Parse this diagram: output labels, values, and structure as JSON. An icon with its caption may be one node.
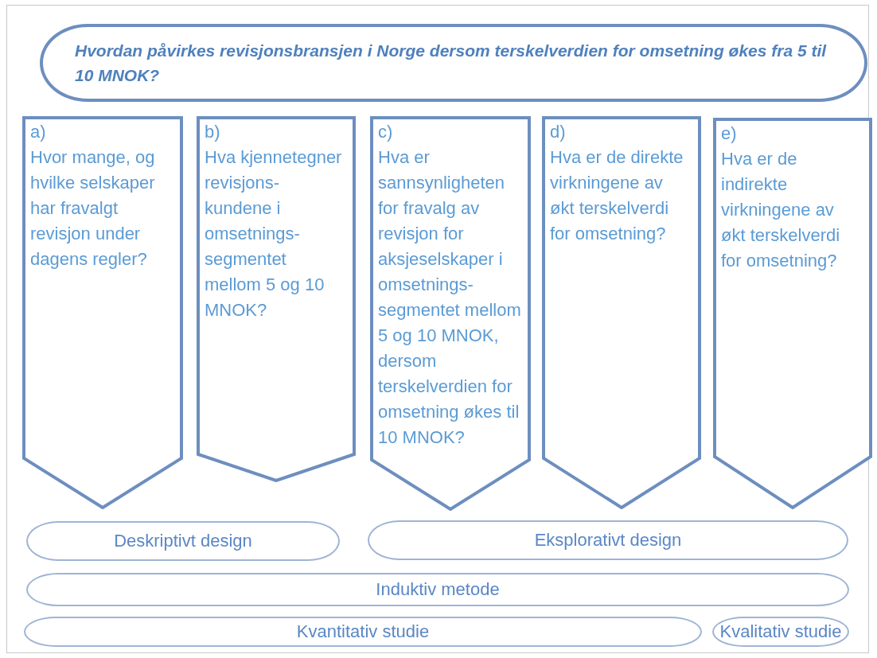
{
  "diagram": {
    "nodes": [
      {
        "text": [
          "Hvordan påvirkes revisjonsbransjen i Norge dersom terskelverdien for omsetning økes fra 5 til 10 MNOK?"
        ]
      },
      {
        "text": [
          "a)",
          "Hvor mange, og hvilke selskaper har fravalgt revisjon under dagens regler?"
        ]
      },
      {
        "text": [
          "b)",
          "Hva kjennetegner revisjons- kundene i omsetnings- segmentet mellom 5 og 10 MNOK?"
        ]
      },
      {
        "text": [
          "c)",
          "Hva er sannsynligheten for fravalg av revisjon for aksjeselskaper i omsetnings- segmentet mellom 5 og 10 MNOK, dersom terskelverdien for omsetning økes til 10 MNOK?"
        ]
      },
      {
        "text": [
          "d)",
          "Hva er de direkte virkningene av økt terskelverdi for omsetning?"
        ]
      },
      {
        "text": [
          "e)",
          "Hva er de indirekte virkningene av økt terskelverdi for omsetning?"
        ]
      },
      {
        "text": [
          "Deskriptivt design"
        ]
      },
      {
        "text": [
          "Eksplorativt design"
        ]
      },
      {
        "text": [
          "Induktiv metode"
        ]
      },
      {
        "text": [
          "Kvantitativ studie"
        ]
      },
      {
        "text": [
          "Kvalitativ studie"
        ]
      }
    ]
  }
}
